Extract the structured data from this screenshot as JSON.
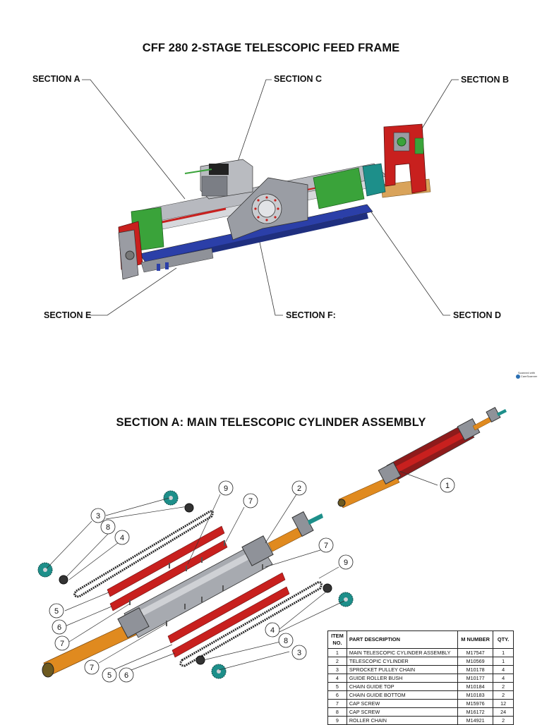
{
  "title_main": "CFF 280 2-STAGE TELESCOPIC FEED FRAME",
  "title_section_a": "SECTION A: MAIN TELESCOPIC CYLINDER ASSEMBLY",
  "section_labels": {
    "a": "SECTION A",
    "b": "SECTION B",
    "c": "SECTION C",
    "d": "SECTION D",
    "e": "SECTION E",
    "f": "SECTION F:"
  },
  "scan_badge": {
    "line1": "Scanned with",
    "line2": "CamScanner"
  },
  "callouts": {
    "n1": "1",
    "n2": "2",
    "n3": "3",
    "n4": "4",
    "n5": "5",
    "n6": "6",
    "n7": "7",
    "n8": "8",
    "n9": "9"
  },
  "bom": {
    "headers": {
      "item": "ITEM NO.",
      "desc": "PART DESCRIPTION",
      "number": "M NUMBER",
      "qty": "QTY."
    },
    "rows": [
      {
        "item": "1",
        "desc": "MAIN TELESCOPIC CYLINDER ASSEMBLY",
        "number": "M17547",
        "qty": "1"
      },
      {
        "item": "2",
        "desc": "TELESCOPIC CYLINDER",
        "number": "M10569",
        "qty": "1"
      },
      {
        "item": "3",
        "desc": "SPROCKET PULLEY CHAIN",
        "number": "M10178",
        "qty": "4"
      },
      {
        "item": "4",
        "desc": "GUIDE ROLLER BUSH",
        "number": "M10177",
        "qty": "4"
      },
      {
        "item": "5",
        "desc": "CHAIN GUIDE TOP",
        "number": "M10184",
        "qty": "2"
      },
      {
        "item": "6",
        "desc": "CHAIN GUIDE BOTTOM",
        "number": "M10183",
        "qty": "2"
      },
      {
        "item": "7",
        "desc": "CAP SCREW",
        "number": "M15976",
        "qty": "12"
      },
      {
        "item": "8",
        "desc": "CAP SCREW",
        "number": "M16172",
        "qty": "24"
      },
      {
        "item": "9",
        "desc": "ROLLER CHAIN",
        "number": "M14921",
        "qty": "2"
      }
    ]
  },
  "colors": {
    "frame_red": "#c8201e",
    "frame_green": "#3aa33a",
    "frame_blue": "#2b3fa8",
    "frame_grey": "#8f9299",
    "cylinder_orange": "#e08a1f",
    "teal_sprocket": "#1d8f8a",
    "chain_dark": "#2a2a2a"
  }
}
